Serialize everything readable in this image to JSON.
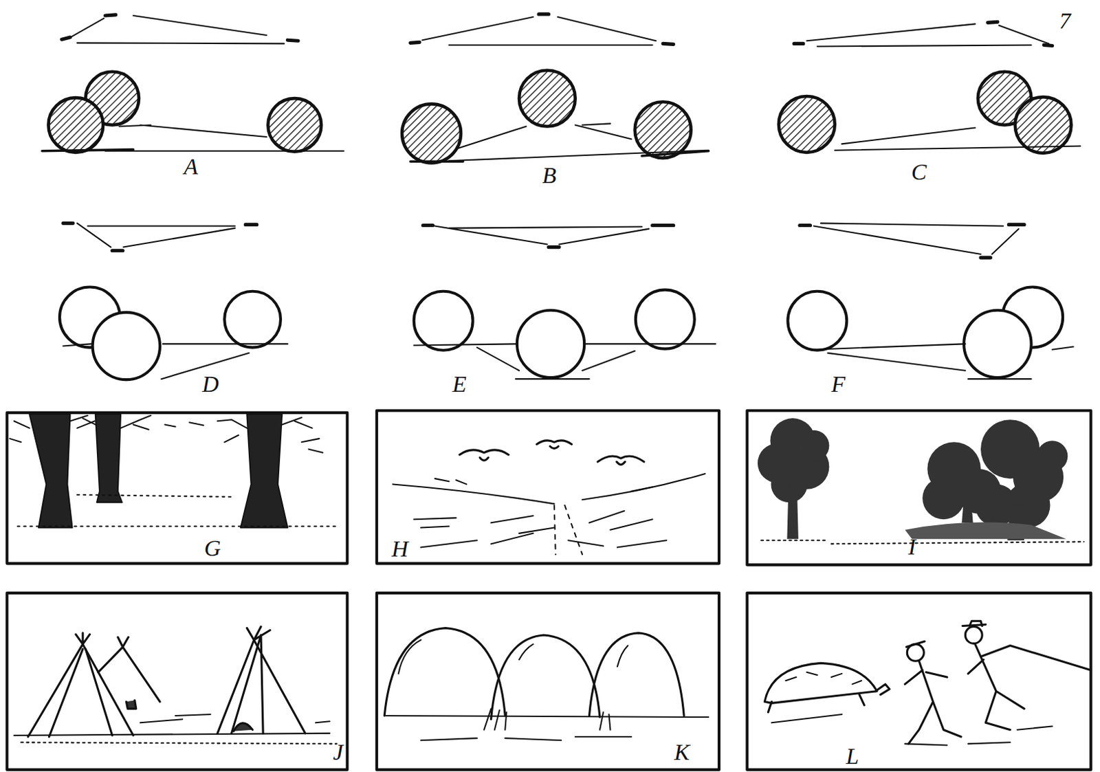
{
  "diagram": {
    "labels": [
      "7",
      "A",
      "B",
      "C",
      "D",
      "E",
      "F",
      "G",
      "H",
      "I",
      "J",
      "K",
      "L"
    ]
  }
}
